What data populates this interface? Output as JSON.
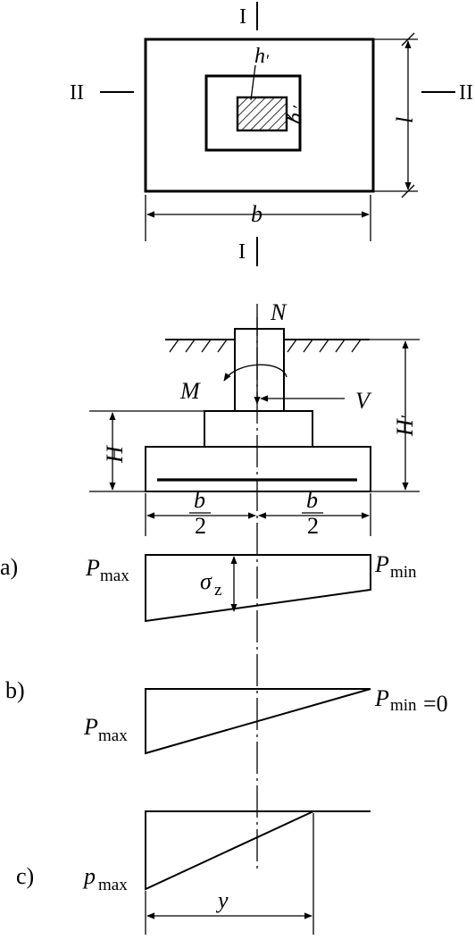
{
  "plan": {
    "section_1_top": "I",
    "section_1_bottom": "I",
    "section_2_left": "II",
    "section_2_right": "II",
    "col_h": "h",
    "col_h_sup": "′",
    "col_b": "b",
    "col_b_sup": "′",
    "length": "l",
    "width": "b"
  },
  "elevation": {
    "axial_force": "N",
    "moment": "M",
    "shear": "V",
    "footing_height": "H",
    "depth": "H",
    "depth_prime": "′",
    "half_num_left": "b",
    "half_den_left": "2",
    "half_num_right": "b",
    "half_den_right": "2"
  },
  "diagrams": [
    {
      "tag": "a)",
      "left_main": "P",
      "left_sub": "max",
      "right_main": "P",
      "right_sub": "min",
      "mid_main": "σ",
      "mid_sub": "z"
    },
    {
      "tag": "b)",
      "left_main": "P",
      "left_sub": "max",
      "right_main": "P",
      "right_sub": "min",
      "right_eq": "=0"
    },
    {
      "tag": "c)",
      "left_main": "p",
      "left_sub": "max",
      "dim": "y"
    }
  ]
}
